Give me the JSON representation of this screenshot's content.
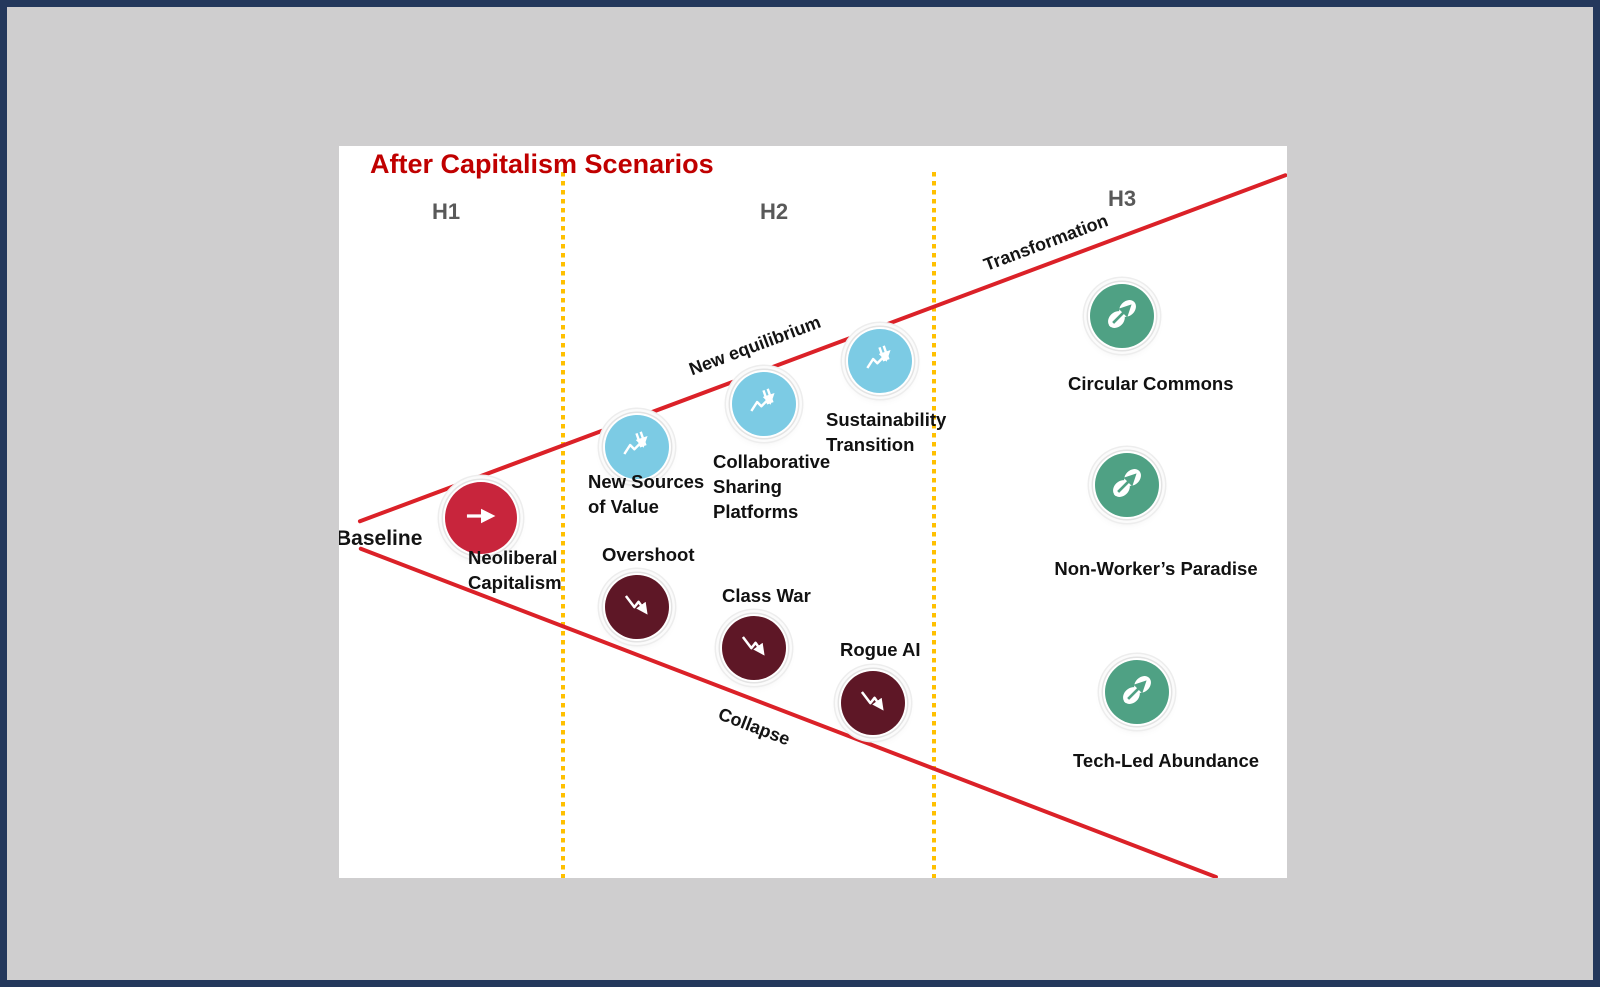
{
  "title": {
    "text": "After Capitalism Scenarios",
    "color": "#C00000"
  },
  "horizons": [
    {
      "label": "H1"
    },
    {
      "label": "H2"
    },
    {
      "label": "H3"
    }
  ],
  "cone_labels": {
    "baseline": "Baseline",
    "new_equilibrium": "New equilibrium",
    "transformation": "Transformation",
    "collapse": "Collapse"
  },
  "scenarios": [
    {
      "name": "neoliberal-capitalism",
      "horizon": "H1",
      "type": "baseline",
      "icon": "right-arrow-icon",
      "label": "Neoliberal Capitalism",
      "lines": [
        "Neoliberal",
        "Capitalism"
      ]
    },
    {
      "name": "new-sources-of-value",
      "horizon": "H2",
      "type": "new-equilibrium",
      "icon": "disrupted-growth-icon",
      "label": "New Sources of Value",
      "lines": [
        "New Sources",
        "of Value"
      ]
    },
    {
      "name": "collaborative-sharing-platforms",
      "horizon": "H2",
      "type": "new-equilibrium",
      "icon": "disrupted-growth-icon",
      "label": "Collaborative Sharing Platforms",
      "lines": [
        "Collaborative",
        "Sharing",
        "Platforms"
      ]
    },
    {
      "name": "sustainability-transition",
      "horizon": "H2",
      "type": "new-equilibrium",
      "icon": "disrupted-growth-icon",
      "label": "Sustainability Transition",
      "lines": [
        "Sustainability",
        "Transition"
      ]
    },
    {
      "name": "overshoot",
      "horizon": "H2",
      "type": "collapse",
      "icon": "decline-arrow-icon",
      "label": "Overshoot",
      "lines": [
        "Overshoot"
      ]
    },
    {
      "name": "class-war",
      "horizon": "H2",
      "type": "collapse",
      "icon": "decline-arrow-icon",
      "label": "Class War",
      "lines": [
        "Class War"
      ]
    },
    {
      "name": "rogue-ai",
      "horizon": "H2",
      "type": "collapse",
      "icon": "decline-arrow-icon",
      "label": "Rogue AI",
      "lines": [
        "Rogue AI"
      ]
    },
    {
      "name": "circular-commons",
      "horizon": "H3",
      "type": "transformation",
      "icon": "linked-commons-icon",
      "label": "Circular Commons",
      "lines": [
        "Circular Commons"
      ]
    },
    {
      "name": "non-workers-paradise",
      "horizon": "H3",
      "type": "transformation",
      "icon": "linked-commons-icon",
      "label": "Non-Worker’s Paradise",
      "lines": [
        "Non-Worker’s Paradise"
      ]
    },
    {
      "name": "tech-led-abundance",
      "horizon": "H3",
      "type": "transformation",
      "icon": "linked-commons-icon",
      "label": "Tech-Led Abundance",
      "lines": [
        "Tech-Led Abundance"
      ]
    }
  ],
  "palette": {
    "baseline_red": "#C8253C",
    "new_equilibrium_blue": "#7CCBE4",
    "collapse_maroon": "#5E1726",
    "transformation_teal": "#4FA184",
    "cone_line_red": "#DB2128",
    "divider_gold": "#FFC000",
    "horizon_label_gray": "#595959",
    "frame_navy": "#24385C",
    "canvas_gray": "#CFCECF",
    "panel_white": "#FFFFFF"
  }
}
